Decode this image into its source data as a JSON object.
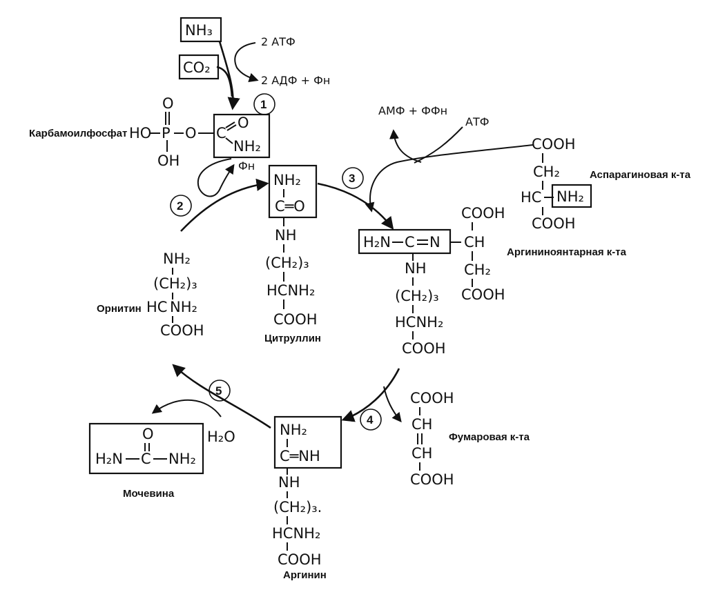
{
  "inputs": {
    "nh3": "NH₃",
    "co2": "CO₂",
    "atp2": "2 АТФ",
    "adp2": "2 АДФ + Фн"
  },
  "carbamoyl": {
    "name": "Карбамоилфосфат",
    "o_top": "O",
    "p": "P",
    "ho": "HO",
    "o_mid": "O",
    "oh": "OH",
    "c": "C",
    "o_eq": "O",
    "nh2": "NH₂"
  },
  "steps": {
    "s1": "1",
    "s2": "2",
    "s3": "3",
    "s4": "4",
    "s5": "5"
  },
  "pi_release": "Фн",
  "amp_ppi": "АМФ + ФФн",
  "atp": "АТФ",
  "aspartic": {
    "name": "Аспарагиновая к-та",
    "cooh1": "COOH",
    "ch2": "CH₂",
    "hc": "HC",
    "nh2": "NH₂",
    "cooh2": "COOH"
  },
  "citrulline": {
    "name": "Цитруллин",
    "nh2": "NH₂",
    "co": "C═O",
    "nh": "NH",
    "ch2_3": "(CH₂)₃",
    "hcnh2": "HCNH₂",
    "cooh": "COOH"
  },
  "argininosuccinate": {
    "name": "Аргининоянтарная к-та",
    "h2n": "H₂N",
    "c": "C",
    "n": "N",
    "cooh1": "COOH",
    "ch": "CH",
    "ch2": "CH₂",
    "cooh2": "COOH",
    "nh": "NH",
    "ch2_3": "(CH₂)₃",
    "hcnh2": "HCNH₂",
    "cooh": "COOH"
  },
  "ornithine": {
    "name": "Орнитин",
    "nh2": "NH₂",
    "ch2_3": "(CH₂)₃",
    "hc": "HC",
    "nh2b": "NH₂",
    "cooh": "COOH"
  },
  "fumaric": {
    "name": "Фумаровая к-та",
    "cooh1": "COOH",
    "ch1": "CH",
    "ch2": "CH",
    "cooh2": "COOH"
  },
  "arginine": {
    "name": "Аргинин",
    "nh2": "NH₂",
    "cnh": "C═NH",
    "nh": "NH",
    "ch2_3": "(CH₂)₃.",
    "hcnh2": "HCNH₂",
    "cooh": "COOH"
  },
  "urea": {
    "name": "Мочевина",
    "o": "O",
    "h2n": "H₂N",
    "c": "C",
    "nh2": "NH₂"
  },
  "water": "H₂O"
}
